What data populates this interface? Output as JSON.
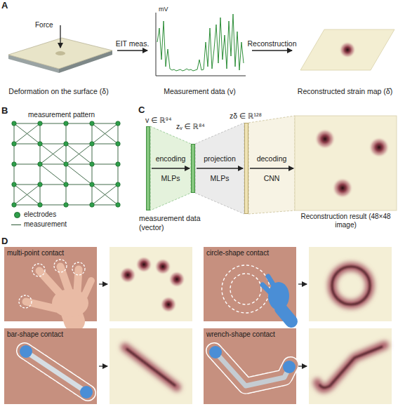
{
  "diagram": {
    "nodes": [
      {
        "text": [
          "Deformation on the surface (δ)"
        ]
      },
      {
        "text": [
          "Measurement data (v)"
        ]
      },
      {
        "text": [
          "Reconstructed strain map (δ̂)"
        ]
      },
      {
        "text": [
          "v ∈ ℝ⁹⁴",
          "measurement data (vector)"
        ]
      },
      {
        "text": [
          "zᵥ ∈ ℝ⁸⁴"
        ]
      },
      {
        "text": [
          "zδ ∈ ℝ¹²⁸"
        ]
      },
      {
        "text": [
          "Reconstruction result (48×48 image)"
        ]
      },
      {
        "text": [
          "multi-point contact"
        ]
      },
      {
        "text": [
          "circle-shape contact"
        ]
      },
      {
        "text": [
          "bar-shape contact"
        ]
      },
      {
        "text": [
          "wrench-shape contact"
        ]
      }
    ],
    "edges": [
      {
        "from": 0,
        "to": 1,
        "label": "EIT meas.",
        "arrow": "to"
      },
      {
        "from": 1,
        "to": 2,
        "label": "Reconstruction",
        "arrow": "to"
      },
      {
        "from": 3,
        "to": 4,
        "label": "encoding MLPs",
        "arrow": "to"
      },
      {
        "from": 4,
        "to": 5,
        "label": "projection MLPs",
        "arrow": "to"
      },
      {
        "from": 5,
        "to": 6,
        "label": "decoding CNN",
        "arrow": "to"
      }
    ],
    "labels": [
      "A",
      "Force",
      "mV",
      "B",
      "measurement pattern",
      "C",
      "D"
    ],
    "legend": [
      {
        "text": "electrodes",
        "color": "#2e9e4a"
      },
      {
        "text": "measurement"
      }
    ]
  }
}
